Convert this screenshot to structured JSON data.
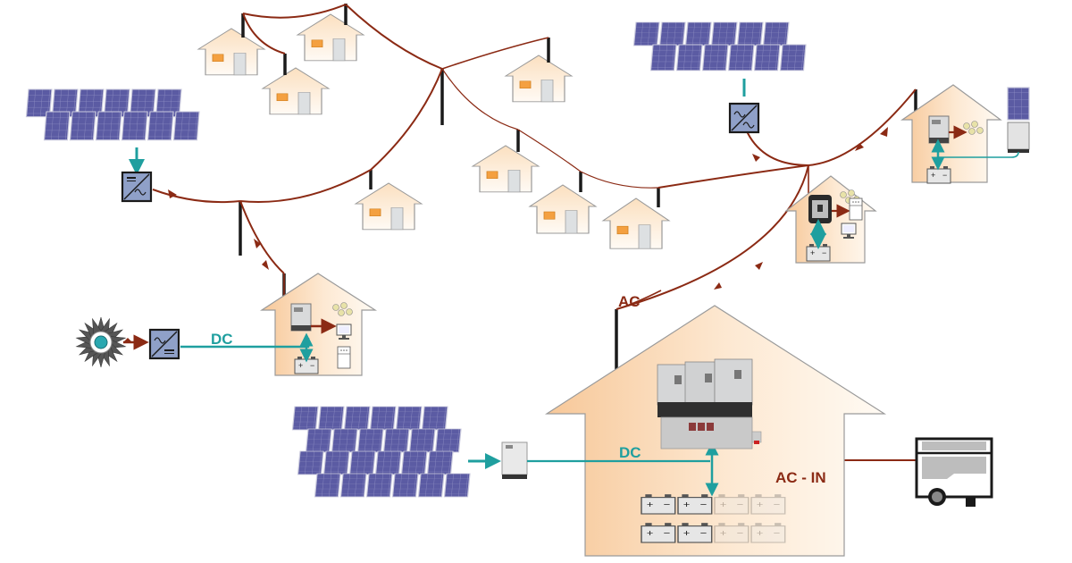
{
  "diagram": {
    "title": "Hybrid mini-grid power system",
    "labels": {
      "ac": "AC",
      "dc_left": "DC",
      "dc_main": "DC",
      "ac_in": "AC - IN"
    },
    "colors": {
      "ac_line": "#8b2a14",
      "dc_line": "#1f9f9f",
      "house_fill_light": "#fff6ea",
      "house_fill_dark": "#f8cfa0",
      "house_stroke": "#9a9a9a",
      "window": "#f4a040",
      "door": "#dde0e2",
      "panel": "#5a5aa0",
      "pole": "#1a1a1a"
    },
    "components": {
      "solar_arrays": [
        "left-array",
        "top-right-array",
        "bottom-array",
        "single-panel"
      ],
      "inverters": [
        "pv-inverter-left",
        "pv-inverter-top-right",
        "hydro-converter"
      ],
      "hydro_turbine": "water-turbine",
      "generator": "generator",
      "battery_bank": {
        "active": 4,
        "total": 8
      },
      "village_houses": 8,
      "consumer_houses": 3,
      "main_house": "inverter-charger-station"
    }
  }
}
